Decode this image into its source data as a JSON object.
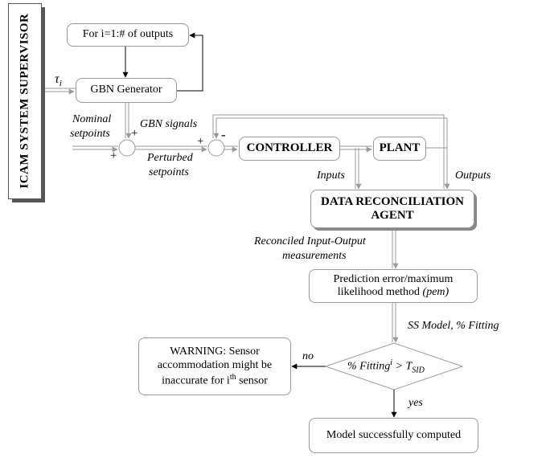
{
  "supervisor": {
    "label": "ICAM SYSTEM SUPERVISOR"
  },
  "loop_box": {
    "label": "For i=1:# of outputs"
  },
  "generator": {
    "label": "GBN Generator"
  },
  "tau": {
    "symbol": "τ",
    "subscript": "i"
  },
  "labels": {
    "nominal": "Nominal",
    "setpoints": "setpoints",
    "gbn_signals": "GBN signals",
    "perturbed": "Perturbed",
    "perturbed_setpoints": "setpoints",
    "inputs": "Inputs",
    "outputs": "Outputs",
    "reconciled_1": "Reconciled Input-Output",
    "reconciled_2": "measurements",
    "ss_model": "SS Model, % Fitting",
    "no": "no",
    "yes": "yes"
  },
  "signs": {
    "sum1_top": "+",
    "sum1_bottom": "+",
    "sum2_left": "+",
    "sum2_top": "-"
  },
  "controller": {
    "label": "CONTROLLER"
  },
  "plant": {
    "label": "PLANT"
  },
  "dra": {
    "line1": "DATA RECONCILIATION",
    "line2": "AGENT"
  },
  "pem": {
    "line1": "Prediction error/maximum",
    "line2": "likelihood method",
    "line2_italic": "(pem)"
  },
  "decision": {
    "text": "% Fitting",
    "superscript": "i",
    "operator": " > T",
    "subscript": "SID"
  },
  "warning": {
    "line1": "WARNING:  Sensor",
    "line2": "accommodation might be",
    "line3_a": "inaccurate for  i",
    "line3_sup": "th",
    "line3_b": " sensor"
  },
  "success": {
    "label": "Model successfully computed"
  }
}
